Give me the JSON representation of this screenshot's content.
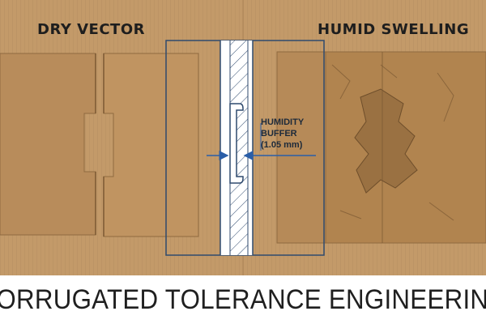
{
  "panels": {
    "left_heading": "DRY VECTOR",
    "right_heading": "HUMID SWELLING"
  },
  "callout": {
    "line1": "HUMIDITY",
    "line2": "BUFFER",
    "line3": "(1.05 mm)"
  },
  "footer": {
    "title": "CORRUGATED TOLERANCE ENGINEERING"
  },
  "colors": {
    "cardboard": "#b98d5d",
    "cardboard_light": "#c49a6b",
    "cardboard_dark": "#a37a4c",
    "blueprint_line": "#2f4a6e",
    "arrow": "#2a5ea8"
  }
}
